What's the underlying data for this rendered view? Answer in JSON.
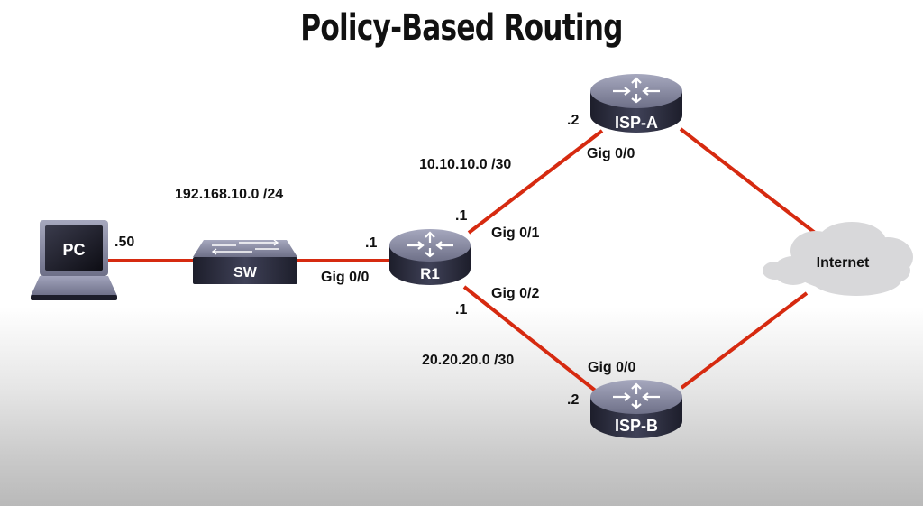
{
  "title": "Policy-Based Routing",
  "colors": {
    "link": "#d62a10",
    "device_top": "#8c8ea6",
    "device_body": "#2c2d3e",
    "cloud": "#d8d8da"
  },
  "devices": {
    "pc": {
      "label": "PC",
      "icon": "laptop-icon"
    },
    "sw": {
      "label": "SW",
      "icon": "switch-icon"
    },
    "r1": {
      "label": "R1",
      "icon": "router-icon"
    },
    "ispa": {
      "label": "ISP-A",
      "icon": "router-icon"
    },
    "ispb": {
      "label": "ISP-B",
      "icon": "router-icon"
    },
    "internet": {
      "label": "Internet",
      "icon": "cloud-icon"
    }
  },
  "networks": {
    "lan": "192.168.10.0 /24",
    "isp_a_link": "10.10.10.0 /30",
    "isp_b_link": "20.20.20.0 /30"
  },
  "interfaces": {
    "pc_ip": ".50",
    "r1_g00_ip": ".1",
    "r1_g00": "Gig 0/0",
    "r1_g01_ip": ".1",
    "r1_g01": "Gig 0/1",
    "r1_g02_ip": ".1",
    "r1_g02": "Gig 0/2",
    "ispa_ip": ".2",
    "ispa_g00": "Gig 0/0",
    "ispb_ip": ".2",
    "ispb_g00": "Gig 0/0"
  }
}
